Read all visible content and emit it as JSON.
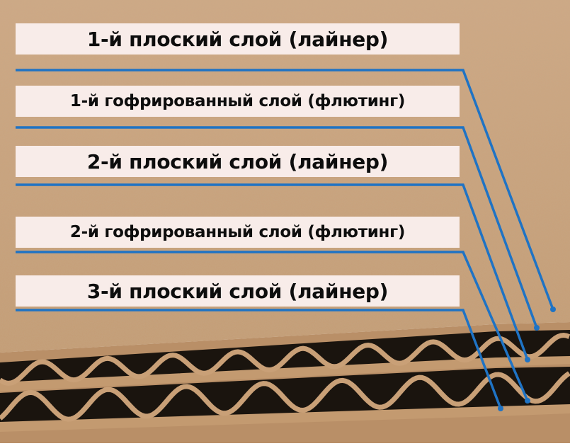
{
  "layers": [
    {
      "text": "1-й плоский слой (лайнер)"
    },
    {
      "text": "1-й гофрированный слой (флютинг)"
    },
    {
      "text": "2-й плоский слой (лайнер)"
    },
    {
      "text": "2-й гофрированный слой (флютинг)"
    },
    {
      "text": "3-й плоский слой (лайнер)"
    }
  ],
  "colors": {
    "leader_line": "#1f73c4",
    "label_background": "#f8ece9",
    "label_text": "#0d0d0d",
    "cardboard": "#c8a17a",
    "cardboard_edge": "#a27d58",
    "flute_gap": "#1a140e"
  }
}
